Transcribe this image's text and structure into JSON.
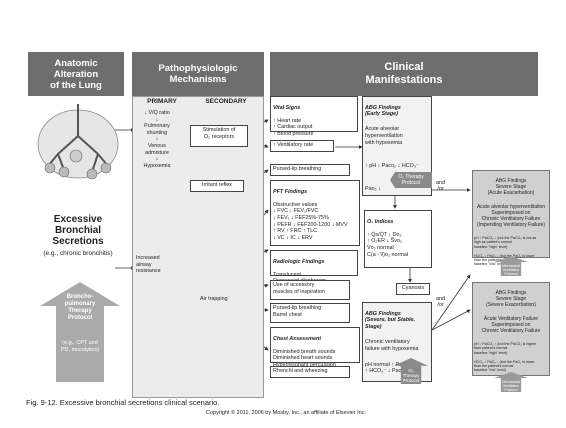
{
  "headers": {
    "col1": "Anatomic\nAlteration\nof the Lung",
    "col2": "Pathophysiologic\nMechanisms",
    "col3": "Clinical\nManifestations"
  },
  "subheaders": {
    "primary": "PRIMARY",
    "secondary": "SECONDARY"
  },
  "primary_items": {
    "vq": "↓ V̇/Q̇ ratio\n↓\nPulmonary\nshunting\n↓\nVenous\nadmixture\n↓\nHypoxemia",
    "airway": "Increased\nairway\nresistance"
  },
  "secondary_items": {
    "stim": "Stimulation of\nO₂ receptors",
    "irritant": "Irritant reflex",
    "trap": "Air trapping"
  },
  "left_panel": {
    "title": "Excessive\nBronchial\nSecretions",
    "subtitle": "(e.g., chronic bronchitis)",
    "therapy": "Broncho-\npulmonary\nTherapy\nProtocol",
    "therapy_examples": "(e.g., CPT and\nPD, mucolytics)"
  },
  "boxes": {
    "vital": {
      "title": "Vital Signs",
      "body": "↑ Heart rate\n↑ Cardiac output\n↑ Blood pressure"
    },
    "vent": "↑ Ventilatory rate",
    "pursed1": "Pursed-lip breathing",
    "pft": {
      "title": "PFT Findings",
      "body": "Obstructive values\n↓ FVC      ↓ FEV₁/FVC\n↓ FEV₁    ↓ FEF25%-75%\n↓ PEFR   ↓ FEF200-1200  ↓ MVV\n↑ RV    ↑ FRC    ↑ TLC\n↓ VC    ↓ IC      ↓ ERV"
    },
    "radio": {
      "title": "Radiologic Findings",
      "body": "Translucent\nDepressed diaphragm"
    },
    "accessory": "Use of accessory\nmuscles of inspiration",
    "pursed2": "Pursed-lip breathing\nBarrel chest",
    "chest": {
      "title": "Chest Assessment",
      "body": "Diminished breath sounds\nDiminished heart sounds\nHyperresonant percussion\nnote"
    },
    "rhonchi": "Rhonchi and wheezing",
    "abg_early": {
      "title": "ABG Findings\n(Early Stage)",
      "body": "Acute alveolar\nhyperventilation\nwith hypoxemia",
      "values": "↑ pH  ↓ Paco₂  ↓ HCO₃⁻",
      "pao2": "Pao₂ ↓"
    },
    "o2_indices": {
      "title": "O₂ Indices",
      "body": "↑ Q̇s/Q̇T   ↓ Do₂\n↑ O₂ER   ↓ S̅vo₂\nV̇o₂ normal\nC(a - v̅)o₂ normal"
    },
    "cyanosis": "Cyanosis",
    "abg_severe": {
      "title": "ABG Findings\n(Severe, but Stable, Stage)",
      "body": "Chronic ventilatory\nfailure with hypoxemia",
      "values": "pH normal  ↑ Paco₂\n↑ HCO₃⁻     ↓ Pao₂"
    }
  },
  "o2_protocol": "O₂ Therapy\nProtocol",
  "o2_protocol2": "O₂\nTherapy\nProtocol",
  "and_or": "and\n/or",
  "right_boxes": {
    "acute": {
      "title": "ABG Findings\nSevere Stage\n(Acute Exacerbation)",
      "body": "Acute alveolar hyperventilation\nSuperimposed on\nChronic Ventilatory Failure\n(Impending Ventilatory Failure)",
      "lines": "pH ↑ PaCO₂ ↓ (but the PaCO₂ is not as\nhigh as patient's normal\nbaseline \"high\" level)\n\nHCO₃ ↓ PaO₂ ↓ (but the PaO₂ is lower\nthan the patient's normal\nbaseline \"low\" level)"
    },
    "mech1": "Mechanical\nVentilation\nProtocol",
    "severe": {
      "title": "ABG Findings\nSevere Stage\n(Severe Exacerbation)",
      "body": "Acute Ventilatory Failure\nSuperimposed on\nChronic Ventilatory Failure",
      "lines": "pH ↓ PaCO₂ ↑ (but the PaCO₂ is higher\nthan patient's normal\nbaseline \"high\" level)\n\nHCO₃ ↑ PaO₂ ↓ (but the PaO₂ is lower\nthan the patient's normal\nbaseline \"low\" level)"
    },
    "mech2": "Mechanical\nVentilation\nProtocol"
  },
  "caption": "Fig. 9-12. Excessive bronchial secretions clinical scenario.",
  "copyright": "Copyright © 2011, 2006 by Mosby, Inc., an affiliate of Elsevier Inc."
}
